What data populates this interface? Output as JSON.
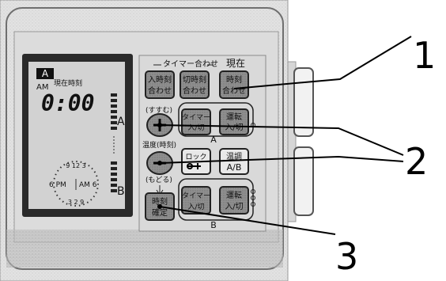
{
  "lcd": {
    "mode_letter": "A",
    "ampm": "AM",
    "header": "現在時刻",
    "time": "0:00",
    "label_a": "A",
    "label_b": "B",
    "dial_pm": "6 PM",
    "dial_am": "AM 6",
    "dial_top": "9 12 3",
    "dial_bottom": "3 2 9"
  },
  "panel": {
    "timer_header": "タイマー合わせ",
    "current_header": "現在",
    "buttons": {
      "on_time": [
        "入時刻",
        "合わせ"
      ],
      "off_time": [
        "切時刻",
        "合わせ"
      ],
      "clock_set": [
        "時刻",
        "合わせ"
      ],
      "timer_a": [
        "タイマー",
        "入/切"
      ],
      "run_a": [
        "運転",
        "入/切"
      ],
      "lock": [
        "ロック"
      ],
      "temp_ab": [
        "温調",
        "A/B"
      ],
      "timer_b": [
        "タイマー",
        "入/切"
      ],
      "run_b": [
        "運転",
        "入/切"
      ],
      "confirm": [
        "時刻",
        "確定"
      ]
    },
    "plus_label": "(すすむ)",
    "temp_time_label": "温度(時刻)",
    "minus_label": "(もどる)",
    "group_a": "A",
    "group_b": "B"
  },
  "callouts": [
    "1",
    "2",
    "3"
  ]
}
